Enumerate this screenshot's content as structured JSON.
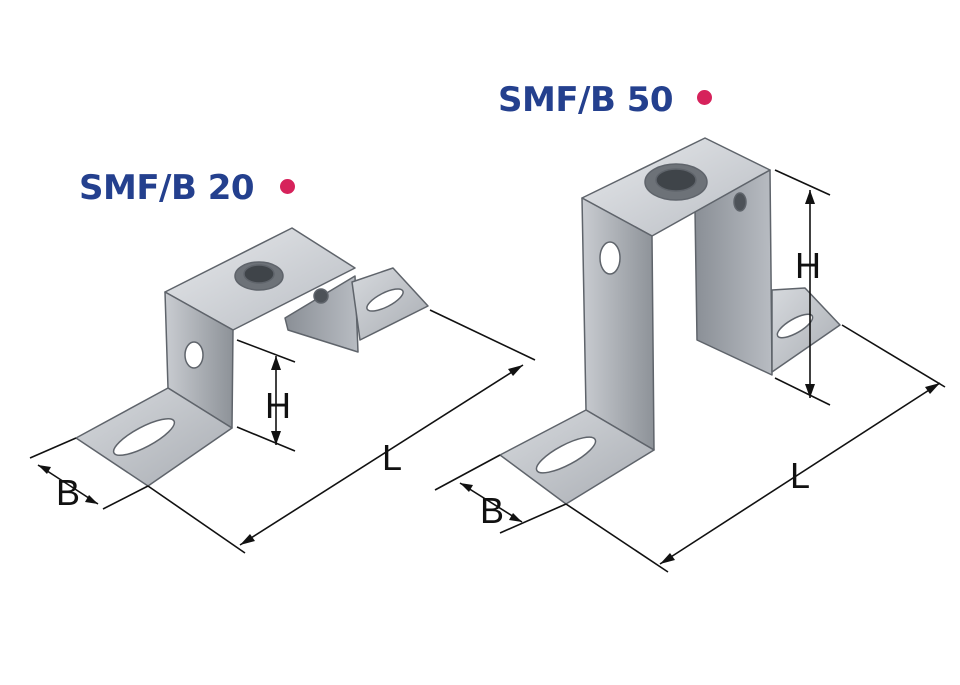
{
  "colors": {
    "title": "#24408e",
    "dot": "#d6225b",
    "steel_light": "#d9dce0",
    "steel_mid": "#b3b7bd",
    "steel_dark": "#868b92",
    "outline": "#5f646b",
    "dimension": "#111111"
  },
  "products": [
    {
      "name": "SMF/B 20",
      "dimensions": {
        "height": "H",
        "length": "L",
        "width": "B"
      }
    },
    {
      "name": "SMF/B 50",
      "dimensions": {
        "height": "H",
        "length": "L",
        "width": "B"
      }
    }
  ]
}
